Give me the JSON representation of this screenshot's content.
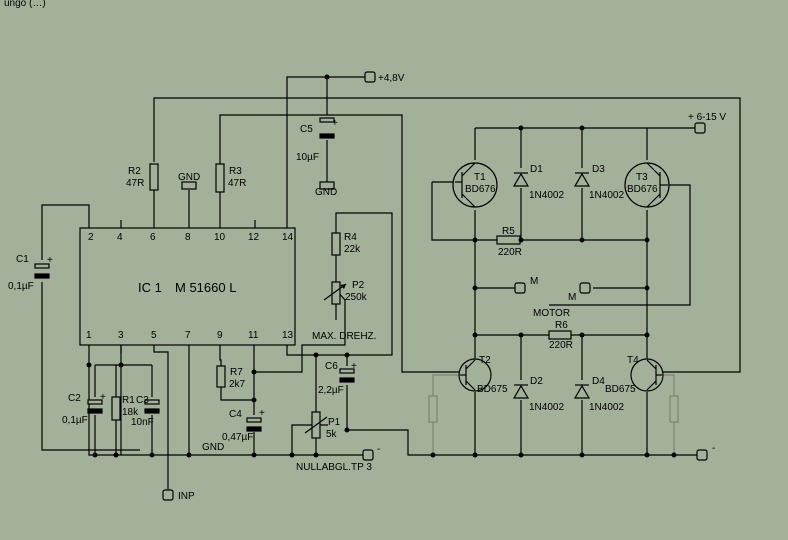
{
  "header_fragment": "ungo (…)",
  "chip": {
    "ref": "IC 1",
    "type": "M 51660 L",
    "pins_top": [
      "2",
      "4",
      "6",
      "8",
      "10",
      "12",
      "14"
    ],
    "pins_bottom": [
      "1",
      "3",
      "5",
      "7",
      "9",
      "11",
      "13"
    ]
  },
  "supply": {
    "logic": "+4,8V",
    "motor": "+ 6-15 V",
    "gnd_top": "GND",
    "gnd_c5": "GND",
    "gnd_bottom": "GND",
    "minus_left": "-",
    "minus_right": "-"
  },
  "inputs": {
    "inp": "INP",
    "m1": "M",
    "m2": "M",
    "motor": "MOTOR"
  },
  "resistors": {
    "r1": {
      "ref": "R1",
      "value": "18k"
    },
    "r2": {
      "ref": "R2",
      "value": "47R"
    },
    "r3": {
      "ref": "R3",
      "value": "47R"
    },
    "r4": {
      "ref": "R4",
      "value": "22k"
    },
    "r5": {
      "ref": "R5",
      "value": "220R"
    },
    "r6": {
      "ref": "R6",
      "value": "220R"
    },
    "r7": {
      "ref": "R7",
      "value": "2k7"
    }
  },
  "pots": {
    "p1": {
      "ref": "P1",
      "value": "5k",
      "note": "NULLABGL.TP 3"
    },
    "p2": {
      "ref": "P2",
      "value": "250k",
      "note": "MAX. DREHZ."
    }
  },
  "capacitors": {
    "c1": {
      "ref": "C1",
      "value": "0,1µF",
      "plus": "+"
    },
    "c2": {
      "ref": "C2",
      "value": "0,1µF",
      "plus": "+"
    },
    "c3": {
      "ref": "C3",
      "value": "10nF"
    },
    "c4": {
      "ref": "C4",
      "value": "0,47µF",
      "plus": "+"
    },
    "c5": {
      "ref": "C5",
      "value": "10µF",
      "plus": "+"
    },
    "c6": {
      "ref": "C6",
      "value": "2,2µF",
      "plus": "+"
    }
  },
  "transistors": {
    "t1": {
      "ref": "T1",
      "type": "BD676"
    },
    "t2": {
      "ref": "T2",
      "type": "BD675"
    },
    "t3": {
      "ref": "T3",
      "type": "BD676"
    },
    "t4": {
      "ref": "T4",
      "type": "BD675"
    }
  },
  "diodes": {
    "d1": {
      "ref": "D1",
      "type": "1N4002"
    },
    "d2": {
      "ref": "D2",
      "type": "1N4002"
    },
    "d3": {
      "ref": "D3",
      "type": "1N4002"
    },
    "d4": {
      "ref": "D4",
      "type": "1N4002"
    }
  }
}
